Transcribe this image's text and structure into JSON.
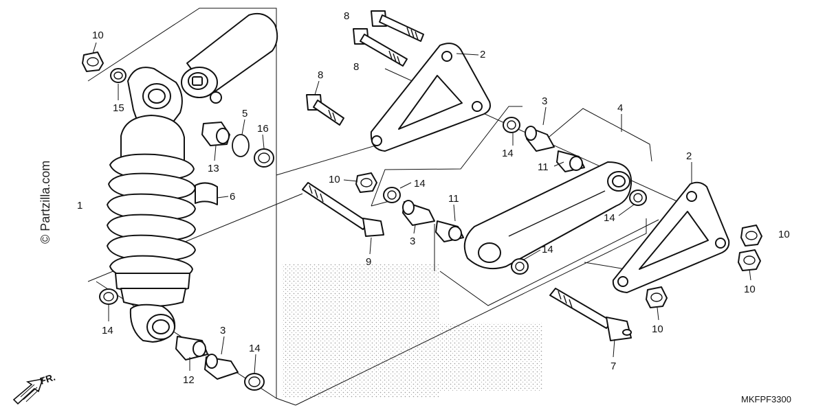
{
  "diagram_code": "MKFPF3300",
  "front_marker": "FR.",
  "watermark": "© Partzilla.com",
  "callouts": [
    {
      "id": "c10a",
      "text": "10"
    },
    {
      "id": "c15",
      "text": "15"
    },
    {
      "id": "c5",
      "text": "5"
    },
    {
      "id": "c16",
      "text": "16"
    },
    {
      "id": "c13",
      "text": "13"
    },
    {
      "id": "c6",
      "text": "6"
    },
    {
      "id": "c1",
      "text": "1"
    },
    {
      "id": "c14a",
      "text": "14"
    },
    {
      "id": "c3a",
      "text": "3"
    },
    {
      "id": "c12",
      "text": "12"
    },
    {
      "id": "c14b",
      "text": "14"
    },
    {
      "id": "c8a",
      "text": "8"
    },
    {
      "id": "c8b",
      "text": "8"
    },
    {
      "id": "c8c",
      "text": "8"
    },
    {
      "id": "c2a",
      "text": "2"
    },
    {
      "id": "c3b",
      "text": "3"
    },
    {
      "id": "c4",
      "text": "4"
    },
    {
      "id": "c14c",
      "text": "14"
    },
    {
      "id": "c11a",
      "text": "11"
    },
    {
      "id": "c10b",
      "text": "10"
    },
    {
      "id": "c14d",
      "text": "14"
    },
    {
      "id": "c11b",
      "text": "11"
    },
    {
      "id": "c3c",
      "text": "3"
    },
    {
      "id": "c9",
      "text": "9"
    },
    {
      "id": "c14e",
      "text": "14"
    },
    {
      "id": "c14f",
      "text": "14"
    },
    {
      "id": "c2b",
      "text": "2"
    },
    {
      "id": "c10c",
      "text": "10"
    },
    {
      "id": "c10d",
      "text": "10"
    },
    {
      "id": "c10e",
      "text": "10"
    },
    {
      "id": "c7",
      "text": "7"
    }
  ]
}
